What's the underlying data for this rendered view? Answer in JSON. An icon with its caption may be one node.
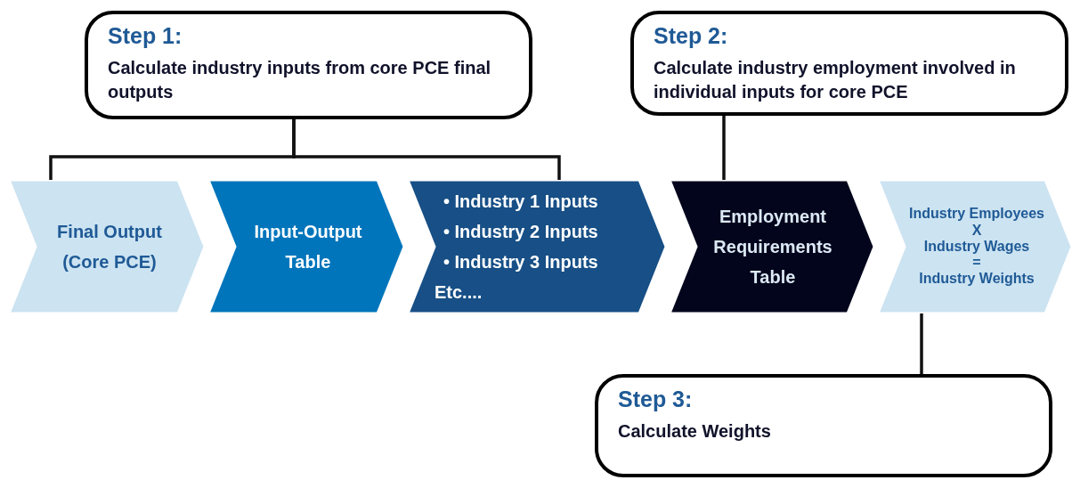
{
  "diagram": {
    "nodes": [
      {
        "text": [
          "Step 1:",
          "Calculate industry inputs from core PCE final outputs"
        ]
      },
      {
        "text": [
          "Step 2:",
          "Calculate industry employment involved in individual inputs for core PCE"
        ]
      },
      {
        "text": [
          "Final Output (Core PCE)"
        ]
      },
      {
        "text": [
          "Input-Output Table"
        ]
      },
      {
        "text": [
          "• Industry 1 Inputs",
          "• Industry 2 Inputs",
          "• Industry 3 Inputs",
          "Etc...."
        ]
      },
      {
        "text": [
          "Employment Requirements Table"
        ]
      },
      {
        "text": [
          "Industry Employees",
          "X",
          "Industry Wages",
          "=",
          "Industry Weights"
        ]
      },
      {
        "text": [
          "Step 3:",
          "Calculate Weights"
        ]
      }
    ],
    "edges": [
      {
        "from": 0,
        "to": 2,
        "arrow": "none"
      },
      {
        "from": 0,
        "to": 4,
        "arrow": "none"
      },
      {
        "from": 1,
        "to": 5,
        "arrow": "none"
      },
      {
        "from": 6,
        "to": 7,
        "arrow": "none"
      }
    ]
  }
}
